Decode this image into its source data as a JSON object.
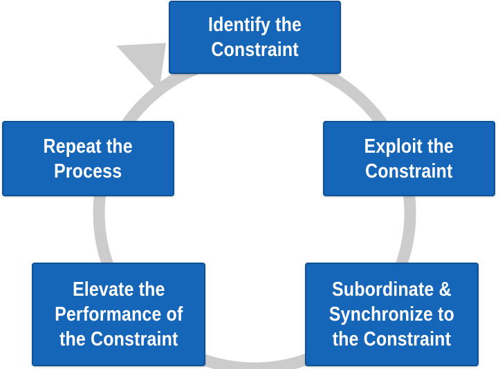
{
  "diagram": {
    "type": "cycle",
    "connector_color": "#cccccc",
    "box_color": "#1565b8",
    "text_color": "#ffffff",
    "steps": [
      {
        "lines": [
          "Identify the",
          "Constraint"
        ]
      },
      {
        "lines": [
          "Exploit the",
          "Constraint"
        ]
      },
      {
        "lines": [
          "Subordinate &",
          "Synchronize to",
          "the Constraint"
        ]
      },
      {
        "lines": [
          "Elevate the",
          "Performance of",
          "the Constraint"
        ]
      },
      {
        "lines": [
          "Repeat the",
          "Process"
        ]
      }
    ]
  }
}
